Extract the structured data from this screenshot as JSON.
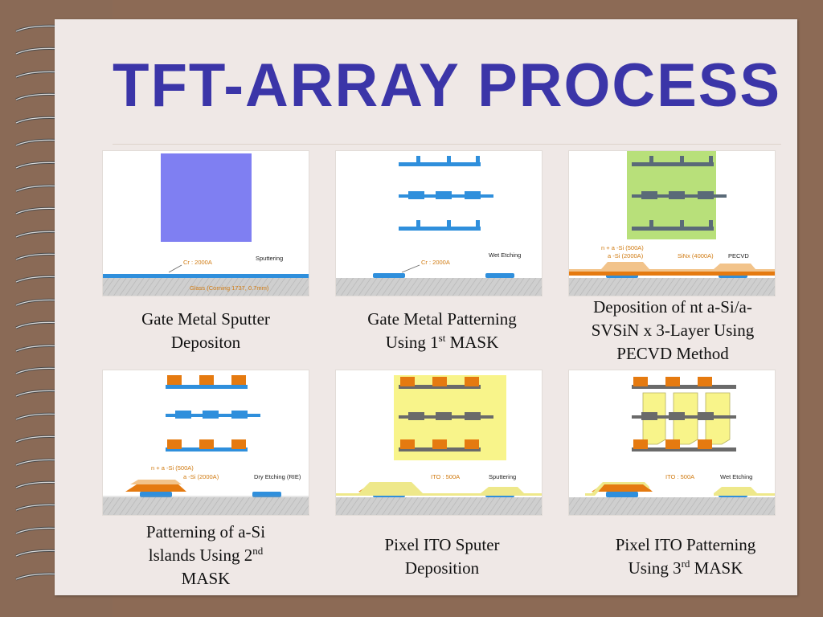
{
  "slide": {
    "title": "TFT-ARRAY PROCESS"
  },
  "panels": [
    {
      "caption_line1": "Gate Metal Sputter",
      "caption_line2": "Depositon",
      "labels": {
        "cr": "Cr : 2000A",
        "process": "Sputtering",
        "glass": "Glass (Corning 1737, 0.7mm)"
      }
    },
    {
      "caption_line1": "Gate Metal Patterning",
      "caption_line2_pre": "Using 1",
      "caption_line2_sup": "st",
      "caption_line2_post": " MASK",
      "labels": {
        "cr": "Cr : 2000A",
        "process": "Wet Etching"
      }
    },
    {
      "caption_line1": "Deposition of nt a-Si/a-",
      "caption_line2": "SVSiN x 3-Layer Using",
      "caption_line3": "PECVD Method",
      "labels": {
        "nsi": "n + a -Si (500A)",
        "asi": "a -Si (2000A)",
        "sinx": "SiNx (4000A)",
        "process": "PECVD"
      }
    },
    {
      "caption_line1": "Patterning of a-Si",
      "caption_line2_pre": "lslands Using 2",
      "caption_line2_sup": "nd",
      "caption_line3": "MASK",
      "labels": {
        "nsi": "n + a -Si (500A)",
        "asi": "a -Si (2000A)",
        "process": "Dry Etching (RIE)"
      }
    },
    {
      "caption_line1": "Pixel ITO Sputer",
      "caption_line2": "Deposition",
      "labels": {
        "ito": "ITO : 500A",
        "process": "Sputtering"
      }
    },
    {
      "caption_line1": "Pixel ITO Patterning",
      "caption_line2_pre": "Using 3",
      "caption_line2_sup": "rd",
      "caption_line2_post": " MASK",
      "labels": {
        "ito": "ITO : 500A",
        "process": "Wet Etching"
      }
    }
  ],
  "colors": {
    "title": "#3b35a8",
    "gate_metal": "#2f8fdc",
    "sinx_dark": "#5a6a78",
    "n_si_orange": "#e57a10",
    "ito_yellow": "#f3f0a0",
    "mask_green": "#b8e07a",
    "glass": "#c9c9c9",
    "page": "#efe8e6",
    "binder": "#8a6a56"
  }
}
